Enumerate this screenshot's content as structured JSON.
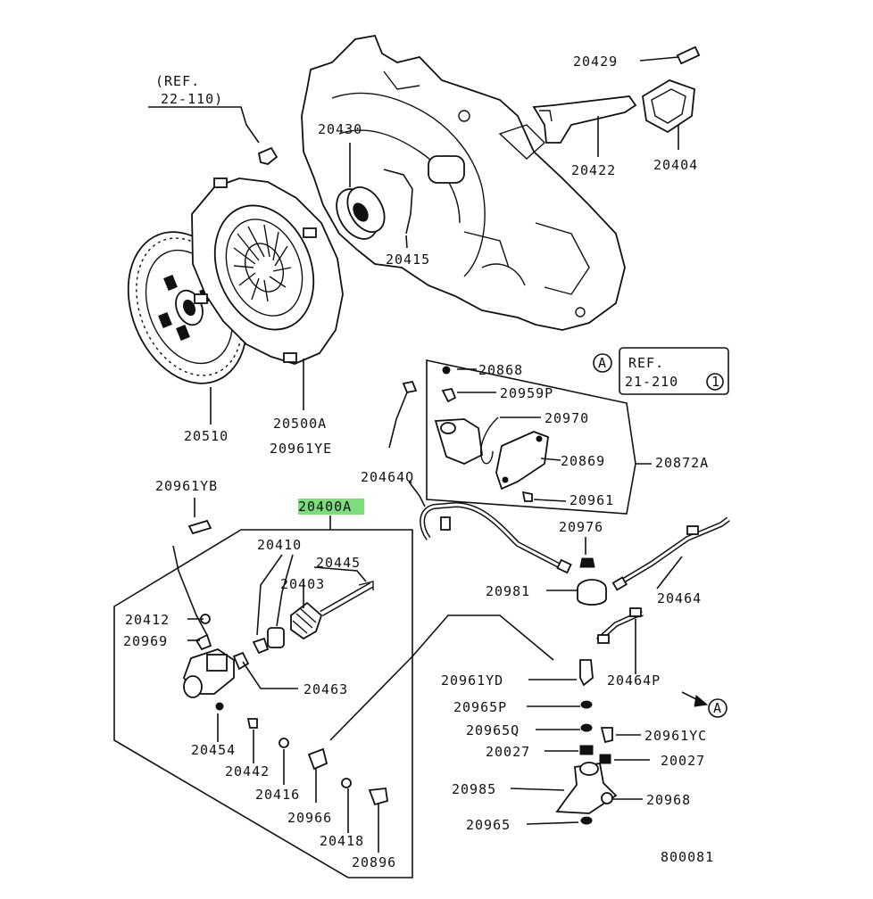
{
  "highlight_color": "#7ddc7d",
  "labels": {
    "ref1_a": "(REF.",
    "ref1_b": "22-110)",
    "p20429": "20429",
    "p20430": "20430",
    "p20422": "20422",
    "p20404": "20404",
    "p20415": "20415",
    "p20510": "20510",
    "p20500a": "20500A",
    "ref2_circle": "A",
    "ref2_a": "REF.",
    "ref2_b": "21-210",
    "ref2_num": "1",
    "p20868": "20868",
    "p20959p": "20959P",
    "p20970": "20970",
    "p20869": "20869",
    "p20872a": "20872A",
    "p20961": "20961",
    "p20961ye": "20961YE",
    "p20464q": "20464Q",
    "p20961yb": "20961YB",
    "p20400a": "20400A",
    "p20976": "20976",
    "p20981": "20981",
    "p20464": "20464",
    "p20410": "20410",
    "p20445": "20445",
    "p20403": "20403",
    "p20412": "20412",
    "p20969": "20969",
    "p20463": "20463",
    "p20454": "20454",
    "p20442": "20442",
    "p20416": "20416",
    "p20966": "20966",
    "p20418": "20418",
    "p20896": "20896",
    "p20961yd": "20961YD",
    "p20464p": "20464P",
    "arrow_a": "A",
    "p20965p": "20965P",
    "p20965q": "20965Q",
    "p20961yc": "20961YC",
    "p20027a": "20027",
    "p20027b": "20027",
    "p20985": "20985",
    "p20968": "20968",
    "p20965": "20965",
    "code": "800081"
  }
}
